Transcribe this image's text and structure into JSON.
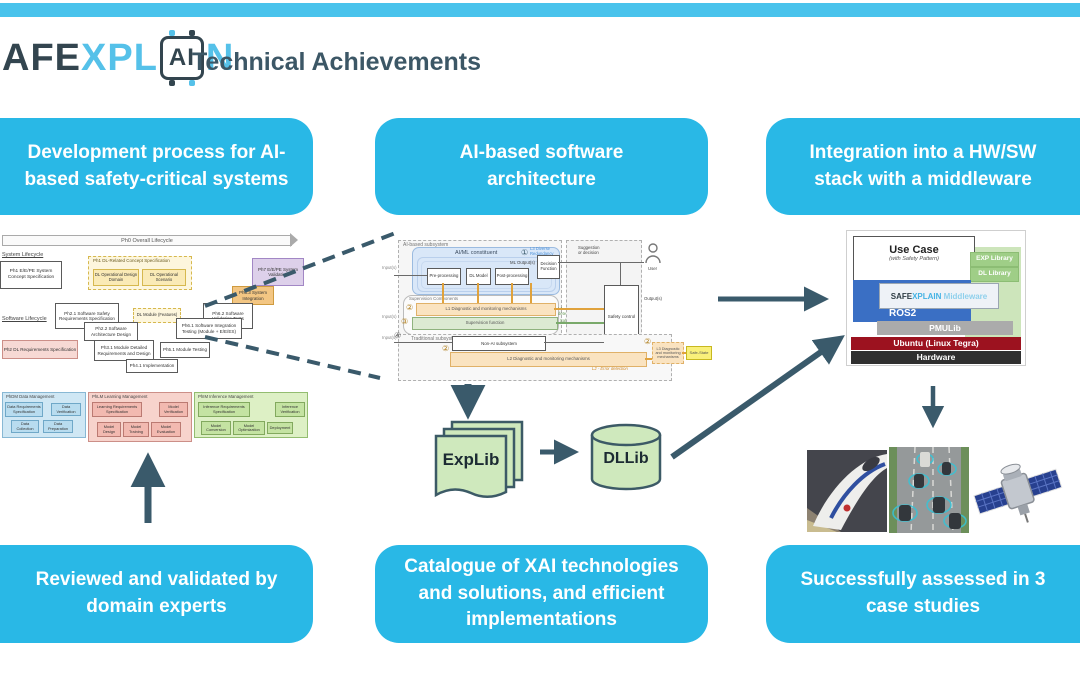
{
  "header": {
    "logo_prefix": "AFE",
    "logo_mid": "XPL",
    "logo_chip": "AI",
    "logo_suffix": "N",
    "title": "Technical Achievements"
  },
  "colors": {
    "accent_cyan": "#29b8e6",
    "top_strip": "#49c3ec",
    "arrow_dark": "#3a5a6b",
    "logo_dark": "#33454f",
    "logo_blue": "#55c1e9",
    "library_green": "#cfe9bd",
    "stack_blue": "#3a6fc4",
    "stack_green": "#9fce87",
    "stack_red": "#9c121f",
    "stack_gray": "#ababab",
    "stack_dark": "#2f2f2f"
  },
  "callouts": [
    {
      "label": "Development process for AI-based safety-critical systems"
    },
    {
      "label": "AI-based software architecture"
    },
    {
      "label": "Integration into a HW/SW stack with a middleware"
    },
    {
      "label": "Reviewed and validated by domain experts"
    },
    {
      "label": "Catalogue of XAI technologies and solutions, and efficient implementations"
    },
    {
      "label": "Successfully assessed in 3 case studies"
    }
  ],
  "lifecycle": {
    "overall_label": "Ph0 Overall Lifecycle",
    "system_label": "System Lifecycle",
    "software_label": "Software Lifecycle",
    "ph1": "Ph1 E/E/PE System Concept Specification",
    "ph1_dl": "Ph1 DL-Related Concept Specification",
    "dl_odd": "DL Operational Design Domain",
    "dl_os": "DL Operational Scenario",
    "ph7": "Ph7 E/E/PE System Validation",
    "ph63": "Ph6.3 System Integration",
    "ph21": "Ph2.1 Software Safety Requirements Specification",
    "dl_module": "DL Module (Features)",
    "ph62": "Ph6.2 Software Validation Tests",
    "ph22": "Ph2.2 Software Architecture Design",
    "ph61": "Ph6.1 Software Integration Testing (Module + E/E/ES)",
    "ph2dl": "Ph2 DL Requirements Specification",
    "ph31": "Ph3.1 Module Detailed Requirements and Design",
    "ph51": "Ph5.1 Module Testing",
    "ph41": "Ph4.1 Implementation",
    "panels": [
      {
        "title": "PhDM Data Management",
        "items": [
          "Data Requirements Specification",
          "Data Verification",
          "Data Collection",
          "Data Preparation"
        ]
      },
      {
        "title": "PhLM Learning Management",
        "items": [
          "Learning Requirements Specification",
          "Model Verification",
          "Model Design",
          "Model Training",
          "Model Evaluation"
        ]
      },
      {
        "title": "PhIM Inference Management",
        "items": [
          "Inference Requirements Specification",
          "Inference Verification",
          "Model Conversion",
          "Model Optimization",
          "Deployment"
        ]
      }
    ]
  },
  "architecture": {
    "ai_subsystem": "AI-based subsystem",
    "aiml_constituent": "AI/ML constituent",
    "pre": "Pre-processing",
    "dl_model": "DL Model",
    "post": "Post-processing",
    "ml_outputs": "ML Output(s)",
    "decision": "Decision Function",
    "l3_redundancy": "L3 Diverse Redundancy",
    "supervision_components": "Supervision Components",
    "l1_bar": "L1 Diagnostic and monitoring mechanisms",
    "supervision_function": "Supervision function",
    "l1_error": "L1 - Error detection",
    "safe_limits": "Safe limits",
    "traditional": "Traditional subsystem",
    "non_ai": "Non-AI subsystem",
    "l2_bar": "L2 Diagnostic and monitoring mechanisms",
    "l2_error": "L2 - Error detection",
    "safety_control": "Safety control",
    "suggestion": "Suggestion or decision",
    "user": "User",
    "outputs": "Output(s)",
    "inputs1": "Input(s)",
    "inputs2": "Input(s)",
    "inputs3": "Input(s)",
    "l3_box": "L3 Diagnostic and monitoring mechanisms",
    "safe_state": "Safe-State",
    "n1": "①",
    "n2": "②",
    "n3": "③",
    "n4": "④",
    "n2b": "②",
    "n2c": "②"
  },
  "libraries": {
    "explib": "ExpLib",
    "dllib": "DLLib"
  },
  "stack": {
    "use_case": "Use Case",
    "safety_pattern": "(with Safety Pattern)",
    "exp_library": "EXP Library",
    "dl_library": "DL Library",
    "mw_safe": "SAFE",
    "mw_xplain": "XPLAIN",
    "mw_word": " Middleware",
    "ros2": "ROS2",
    "pmulib": "PMULib",
    "ubuntu": "Ubuntu (Linux Tegra)",
    "hardware": "Hardware"
  },
  "case_study_icons": [
    "high-speed-train-photo",
    "connected-cars-photo",
    "satellite-photo"
  ]
}
